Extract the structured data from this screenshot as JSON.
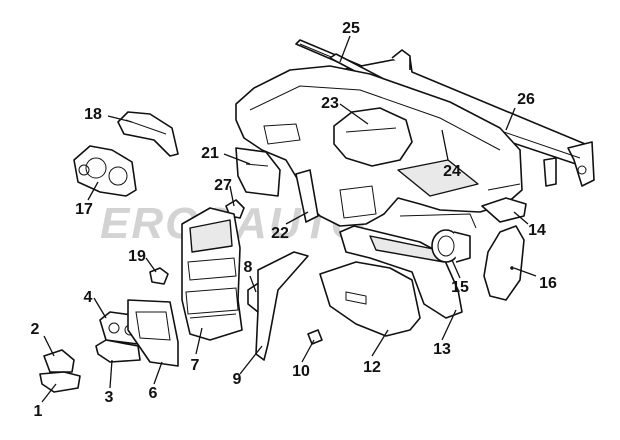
{
  "watermark": "ERCOAUTO",
  "callouts": [
    {
      "id": "1",
      "label": "1"
    },
    {
      "id": "2",
      "label": "2"
    },
    {
      "id": "3",
      "label": "3"
    },
    {
      "id": "4",
      "label": "4"
    },
    {
      "id": "6",
      "label": "6"
    },
    {
      "id": "7",
      "label": "7"
    },
    {
      "id": "8",
      "label": "8"
    },
    {
      "id": "9",
      "label": "9"
    },
    {
      "id": "10",
      "label": "10"
    },
    {
      "id": "12",
      "label": "12"
    },
    {
      "id": "13",
      "label": "13"
    },
    {
      "id": "14",
      "label": "14"
    },
    {
      "id": "15",
      "label": "15"
    },
    {
      "id": "16",
      "label": "16"
    },
    {
      "id": "17",
      "label": "17"
    },
    {
      "id": "18",
      "label": "18"
    },
    {
      "id": "19",
      "label": "19"
    },
    {
      "id": "21",
      "label": "21"
    },
    {
      "id": "22",
      "label": "22"
    },
    {
      "id": "23",
      "label": "23"
    },
    {
      "id": "24",
      "label": "24"
    },
    {
      "id": "25",
      "label": "25"
    },
    {
      "id": "26",
      "label": "26"
    },
    {
      "id": "27",
      "label": "27"
    }
  ]
}
